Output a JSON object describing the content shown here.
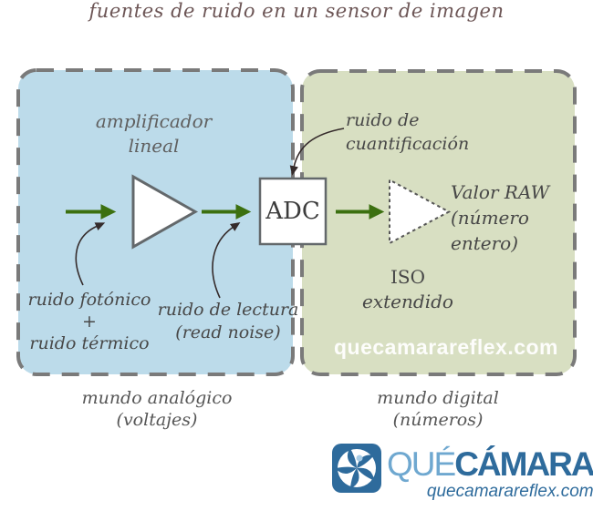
{
  "title": "fuentes de ruido en un sensor de imagen",
  "colors": {
    "analog_box_fill": "#bcdbea",
    "digital_box_fill": "#d8dfc2",
    "box_border": "#7a7a7a",
    "arrow_green": "#3c7010",
    "shape_border": "#63686b",
    "logo_light_blue": "#6fa8d0",
    "logo_dark_blue": "#2e6b9c"
  },
  "analog_section": {
    "amplifier_label": [
      "amplificador",
      "lineal"
    ],
    "photon_noise_label": [
      "ruido fotónico",
      "+",
      "ruido térmico"
    ],
    "read_noise_label": [
      "ruido de lectura",
      "(read noise)"
    ],
    "caption": [
      "mundo analógico",
      "(voltajes)"
    ]
  },
  "adc": {
    "label": "ADC"
  },
  "digital_section": {
    "quantization_noise_label": [
      "ruido de",
      "cuantificación"
    ],
    "raw_value_label": [
      "Valor RAW",
      "(número entero)"
    ],
    "iso_label": [
      "ISO",
      "extendido"
    ],
    "watermark": "quecamarareflex.com",
    "caption": [
      "mundo digital",
      "(números)"
    ]
  },
  "logo": {
    "word_que": "QUÉ",
    "word_camara": "CÁMARA",
    "url": "quecamarareflex.com"
  }
}
